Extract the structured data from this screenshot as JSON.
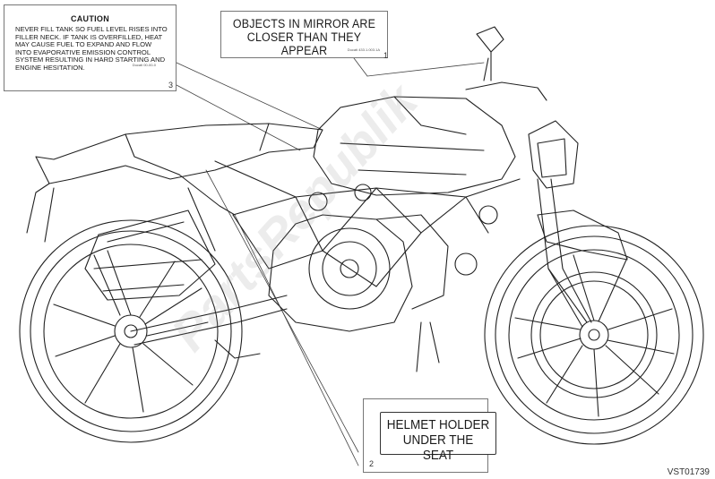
{
  "labels": {
    "caution": {
      "title": "CAUTION",
      "body": "NEVER FILL TANK SO FUEL LEVEL RISES INTO FILLER NECK. IF TANK IS OVERFILLED, HEAT MAY CAUSE FUEL TO EXPAND AND FLOW INTO EVAPORATIVE EMISSION CONTROL SYSTEM RESULTING IN HARD STARTING AND ENGINE HESITATION.",
      "code": "Ducati 00-00-0",
      "number": "3"
    },
    "mirror": {
      "line1": "OBJECTS IN MIRROR ARE",
      "line2": "CLOSER THAN THEY APPEAR",
      "code": "Ducati 433.1.003.1A",
      "number": "1"
    },
    "helmet": {
      "line1": "HELMET HOLDER",
      "line2": "UNDER THE SEAT",
      "number": "2"
    }
  },
  "reference_code": "VST01739",
  "watermark": "PartsRepublik",
  "colors": {
    "line": "#222222",
    "box_border": "#777777",
    "watermark": "#bbbbbb"
  }
}
